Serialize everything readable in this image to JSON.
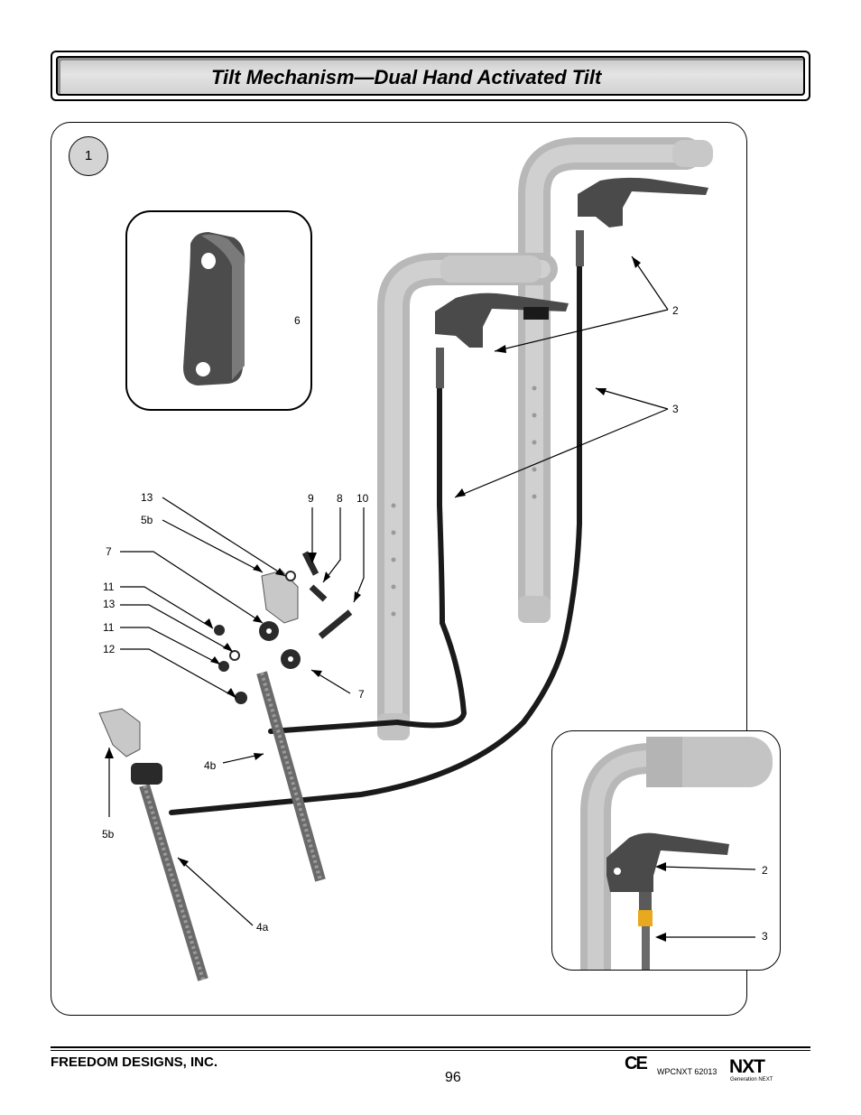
{
  "header": {
    "title": "Tilt Mechanism—Dual Hand Activated Tilt"
  },
  "figure": {
    "step_number": "1",
    "callouts": {
      "part_6": "6",
      "part_2_upper": "2",
      "part_3_upper": "3",
      "part_13_top": "13",
      "part_5b_top": "5b",
      "part_7_left": "7",
      "part_11_a": "11",
      "part_13_mid": "13",
      "part_11_b": "11",
      "part_12": "12",
      "part_9": "9",
      "part_8": "8",
      "part_10": "10",
      "part_7_right": "7",
      "part_4b": "4b",
      "part_5b_bottom": "5b",
      "part_4a": "4a",
      "part_2_inset": "2",
      "part_3_inset": "3"
    }
  },
  "footer": {
    "company": "FREEDOM DESIGNS, INC.",
    "page_number": "96",
    "ce_mark": "CE",
    "doc_code": "WPCNXT 62013",
    "logo_text": "NXT",
    "logo_subtext": "Generation NEXT"
  },
  "colors": {
    "frame_gray": "#c4c4c4",
    "part_dark": "#4a4a4a",
    "cable": "#1a1a1a",
    "grip_yellow": "#e8a820"
  }
}
